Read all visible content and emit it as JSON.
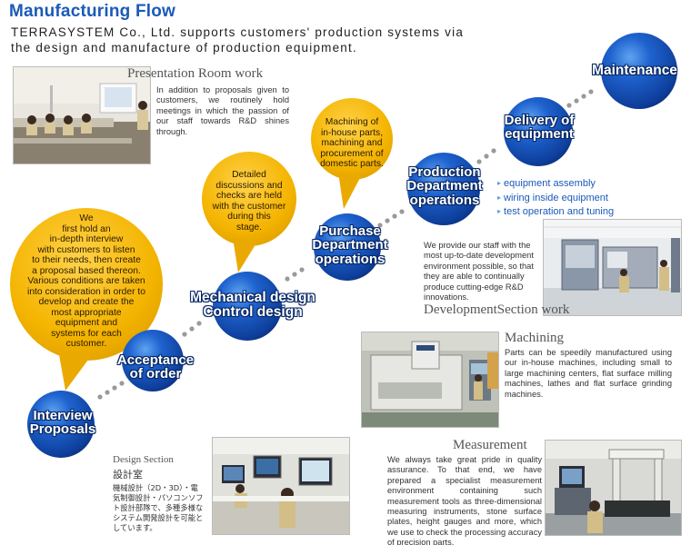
{
  "page": {
    "title": "Manufacturing Flow",
    "intro_line1": "TERRASYSTEM Co., Ltd. supports customers' production systems via",
    "intro_line2": "the design and manufacture of production equipment."
  },
  "presentation": {
    "heading": "Presentation Room work",
    "text": "In addition to proposals given to customers, we routinely hold meetings in which the passion of our staff towards R&D shines through."
  },
  "development": {
    "heading": "DevelopmentSection work",
    "text": "We provide our staff with the most up-to-date development environment possible, so that they are able to continually produce cutting-edge R&D innovations."
  },
  "machining": {
    "heading": "Machining",
    "text": "Parts can be speedily manufactured using our in-house machines, including small to large machining centers, flat surface milling machines, lathes and flat surface grinding machines."
  },
  "measurement": {
    "heading": "Measurement",
    "text": "We always take great pride in quality assurance. To that end, we have prepared a specialist measurement environment containing such measurement tools as three-dimensional measuring instruments, stone surface plates, height gauges and more, which we use to check the processing accuracy of precision parts."
  },
  "design": {
    "heading_en": "Design Section",
    "heading_jp": "設計室",
    "text_jp": "機械設計（2D・3D）・電気制御設計・パソコンソフト設計部隊で、多種多様なシステム開発設計を可能としています。"
  },
  "flow": {
    "interview": [
      "Interview",
      "Proposals"
    ],
    "acceptance": [
      "Acceptance",
      "of order"
    ],
    "mechanical": [
      "Mechanical design",
      "Control design"
    ],
    "purchase": [
      "Purchase",
      "Department",
      "operations"
    ],
    "production": [
      "Production",
      "Department",
      "operations"
    ],
    "delivery": [
      "Delivery of",
      "equipment"
    ],
    "maintenance": [
      "Maintenance"
    ]
  },
  "bubbles": {
    "interview": [
      "We",
      "first hold an",
      "in-depth interview",
      "with customers to listen",
      "to their needs, then create",
      "a proposal based thereon.",
      "Various conditions are taken",
      "into consideration in order to",
      "develop and create the",
      "most appropriate",
      "equipment and",
      "systems for each",
      "customer."
    ],
    "mechanical": [
      "Detailed",
      "discussions and",
      "checks are held",
      "with the customer",
      "during this",
      "stage."
    ],
    "purchase": [
      "Machining of",
      "in-house parts,",
      "machining and",
      "procurement of",
      "domestic parts."
    ]
  },
  "production_items": [
    "equipment assembly",
    "wiring inside equipment",
    "test operation and tuning"
  ],
  "colors": {
    "title_blue": "#1a5ab8",
    "sphere_blue": "#1656c8",
    "bubble_gold": "#f2b300"
  }
}
